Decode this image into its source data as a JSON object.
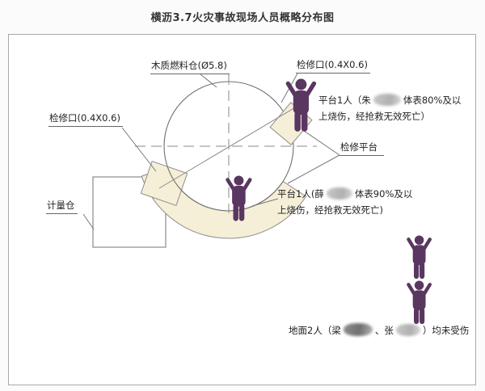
{
  "title": "横沥3.7火灾事故现场人员概略分布图",
  "colors": {
    "person": "#5a3761",
    "platform_fill": "#f6efd7",
    "line": "#7a7a7a"
  },
  "labels": {
    "fuel_silo": "木质燃料仓(Ø5.8)",
    "manhole_top": "检修口(0.4X0.6)",
    "manhole_left": "检修口(0.4X0.6)",
    "service_platform": "检修平台",
    "metering_bin": "计量仓"
  },
  "casualties": {
    "platform_top": {
      "prefix": "平台1人（朱",
      "suffix": "体表80%及以上烧伤，经抢救无效死亡）"
    },
    "platform_bottom": {
      "prefix": "平台1人(薛",
      "suffix": "体表90%及以上烧伤，经抢救无效死亡)"
    },
    "ground": {
      "seg1": "地面2人（梁",
      "seg2": "、张",
      "seg3": "）均未受伤"
    }
  }
}
